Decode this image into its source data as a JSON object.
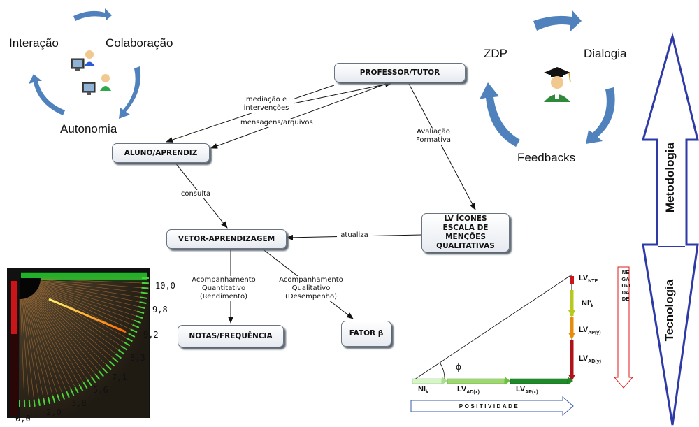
{
  "cycle_left": {
    "top_left": "Interação",
    "top_right": "Colaboração",
    "bottom": "Autonomia"
  },
  "cycle_right": {
    "top_left": "ZDP",
    "top_right": "Dialogia",
    "bottom": "Feedbacks"
  },
  "nodes": {
    "professor": "PROFESSOR/TUTOR",
    "aluno": "ALUNO/APRENDIZ",
    "vetor": "VETOR-APRENDIZAGEM",
    "lv_line1": "LV ÍCONES",
    "lv_line2": "ESCALA DE MENÇÕES",
    "lv_line3": "QUALITATIVAS",
    "notas": "NOTAS/FREQUÊNCIA",
    "fator": "FATOR β"
  },
  "links": {
    "mediacao": "mediação e\nintervenções",
    "mensagens": "mensagens/arquivos",
    "consulta": "consulta",
    "avaliacao": "Avaliação\nFormativa",
    "atualiza": "atualiza",
    "quantitativo": "Acompanhamento\nQuantitativo\n(Rendimento)",
    "qualitativo": "Acompanhamento\nQualitativo\n(Desempenho)"
  },
  "gauge": {
    "ticks": [
      "10,0",
      "9,8",
      "9,2",
      "8,3",
      "7,1",
      "5,6",
      "3,8",
      "2,0",
      "0,0"
    ],
    "needle_value": 9.2,
    "colors": {
      "frame": "#111111",
      "panel": "#3a3020",
      "green_bar": "#22b02a",
      "red_bar": "#c8161a",
      "needle": "#ff8c00"
    }
  },
  "vector": {
    "lv_ntf": {
      "main": "LV",
      "sub": "NTF"
    },
    "nl_k_prime": {
      "main": "Nl'",
      "sub": "k"
    },
    "lv_ap_y": {
      "main": "LV",
      "sub": "AP(y)"
    },
    "lv_ad_y": {
      "main": "LV",
      "sub": "AD(y)"
    },
    "nl_k": {
      "main": "Nl",
      "sub": "k"
    },
    "lv_ad_x": {
      "main": "LV",
      "sub": "AD(x)"
    },
    "lv_ap_x": {
      "main": "LV",
      "sub": "AP(x)"
    },
    "phi": "ϕ",
    "negatividade": "NEGATIVIDADE",
    "positividade": "POSITIVIDADE"
  },
  "side_labels": {
    "metodologia": "Metodologia",
    "tecnologia": "Tecnologia"
  },
  "icons": [
    "users-computer-icon",
    "graduate-icon",
    "cycle-arrow-icon"
  ],
  "colors": {
    "cycle_arrow": "#4f81bd",
    "double_arrow": "#2e3aa8",
    "node_shadow": "#5c6670"
  }
}
